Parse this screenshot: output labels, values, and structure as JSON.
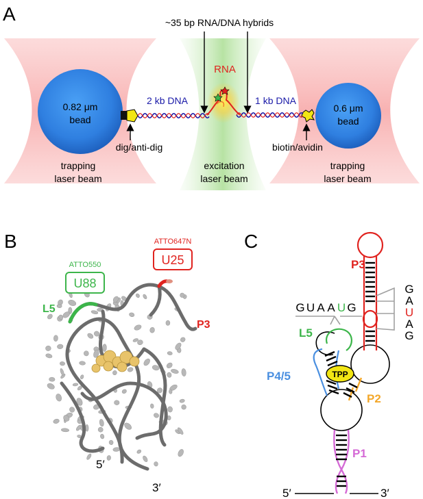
{
  "panel_a": {
    "letter": "A",
    "hybrids_label": "~35 bp RNA/DNA hybrids",
    "rna_label": "RNA",
    "left_bead": {
      "size": "0.82 μm",
      "word": "bead"
    },
    "right_bead": {
      "size": "0.6 μm",
      "word": "bead"
    },
    "left_dna": "2 kb DNA",
    "right_dna": "1 kb DNA",
    "left_link": "dig/anti-dig",
    "right_link": "biotin/avidin",
    "left_beam": [
      "trapping",
      "laser beam"
    ],
    "center_beam": [
      "excitation",
      "laser beam"
    ],
    "right_beam": [
      "trapping",
      "laser beam"
    ]
  },
  "panel_b": {
    "letter": "B",
    "dye_green": "ATTO550",
    "dye_red": "ATTO647N",
    "box_u88": "U88",
    "box_u25": "U25",
    "l5": "L5",
    "p3": "P3",
    "five_prime": "5′",
    "three_prime": "3′"
  },
  "panel_c": {
    "letter": "C",
    "p3": "P3",
    "guaaug": [
      "G",
      "U",
      "A",
      "A",
      "U",
      "G"
    ],
    "gauag": [
      "G",
      "A",
      "U",
      "A",
      "G"
    ],
    "l5": "L5",
    "p45": "P4/5",
    "tpp": "TPP",
    "p2": "P2",
    "p1": "P1",
    "five_prime": "5′",
    "three_prime": "3′"
  },
  "colors": {
    "trap_red": "#f26b6b",
    "excite_green": "#a6dc8a",
    "bead_blue": "#2f7fe0",
    "dna_blue": "#1a1aa8",
    "rna_red": "#e0231f",
    "label_green": "#3cb54a",
    "label_red": "#e0231f",
    "p45_blue": "#4a8fe0",
    "p2_orange": "#f3a72a",
    "p1_magenta": "#d56ad6",
    "tpp_yellow": "#f2e614"
  }
}
